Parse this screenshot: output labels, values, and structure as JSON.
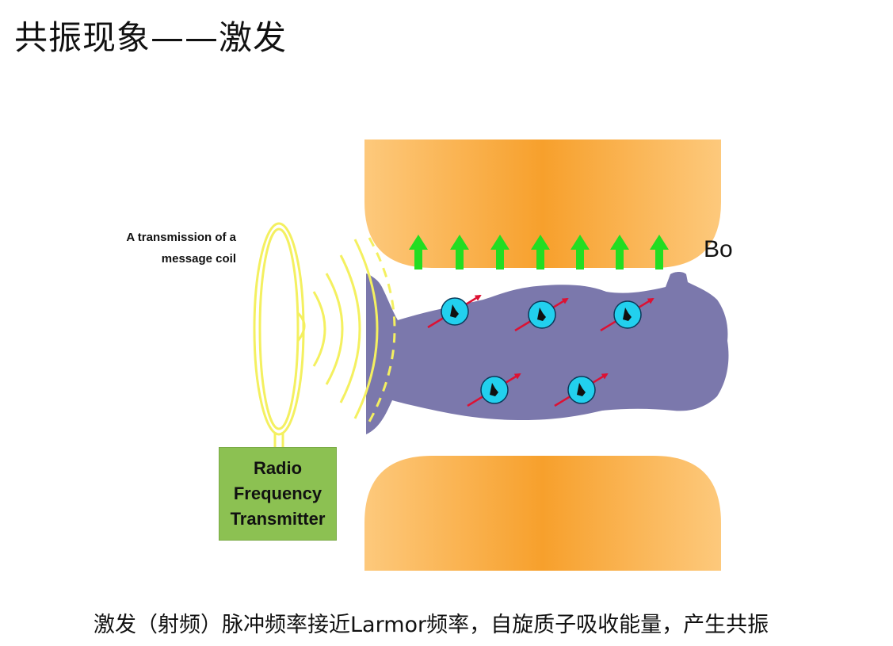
{
  "title": "共振现象——激发",
  "coil_label_line1": "A transmission of a",
  "coil_label_line2": "message coil",
  "transmitter": {
    "line1": "Radio",
    "line2": "Frequency",
    "line3": "Transmitter"
  },
  "field_label": "Bo",
  "caption": "激发（射频）脉冲频率接近Larmor频率，自旋质子吸收能量，产生共振",
  "colors": {
    "magnet_center": "#f7a02c",
    "magnet_edge": "#fdc97c",
    "arrow_green": "#22dd22",
    "body_purple": "#7b78ac",
    "coil_yellow": "#f4f060",
    "proton_cyan": "#22d0ee",
    "spin_red": "#dd1133",
    "transmitter_green": "#8cc152"
  },
  "field_arrow_count": 7,
  "proton_count": 5
}
